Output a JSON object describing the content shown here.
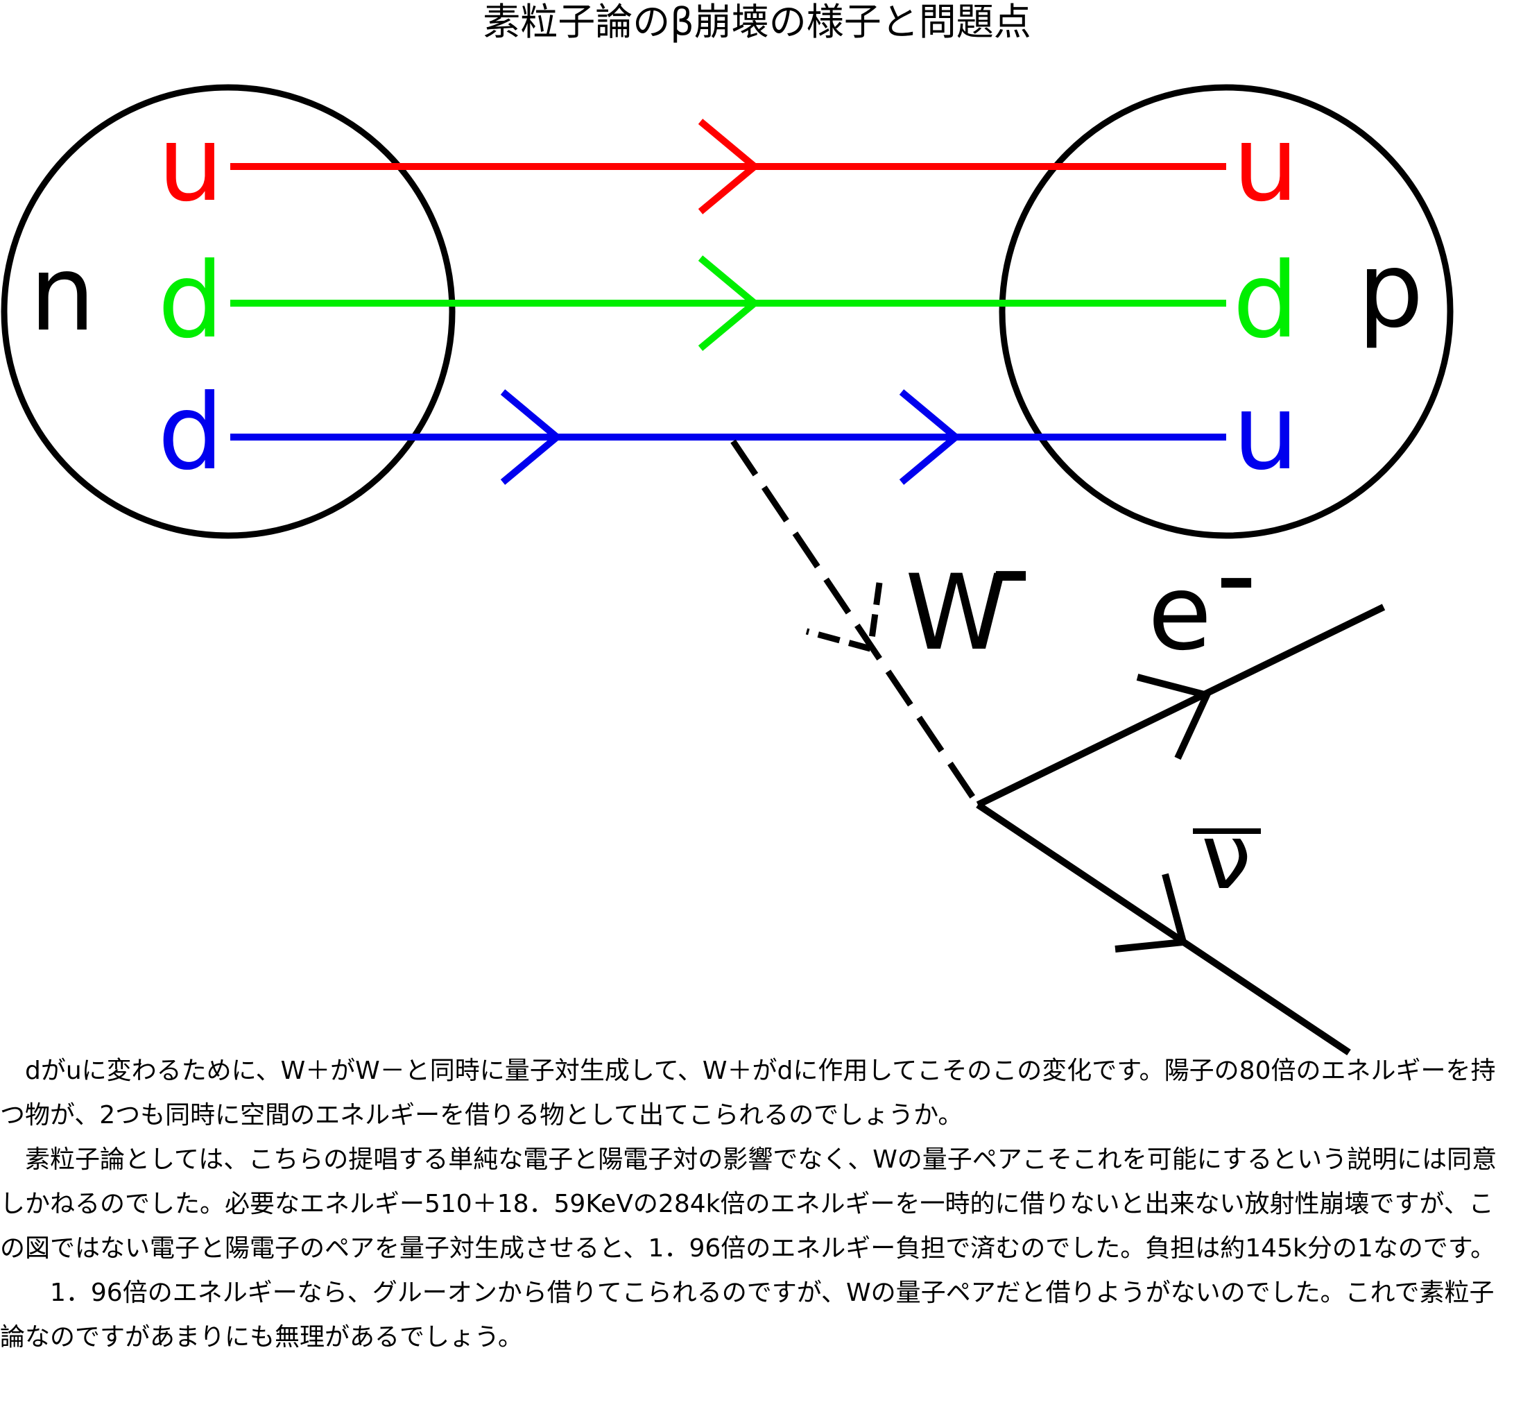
{
  "title": "素粒子論のβ崩壊の様子と問題点",
  "diagram": {
    "neutron_label": "n",
    "proton_label": "p",
    "neutron_quarks": [
      "u",
      "d",
      "d"
    ],
    "proton_quarks": [
      "u",
      "d",
      "u"
    ],
    "boson_label": "W",
    "boson_charge": "–",
    "electron_label": "e",
    "electron_charge": "–",
    "antineutrino_label": "ν",
    "colors": {
      "red": "#ff0000",
      "green": "#00ee00",
      "blue": "#0000ee",
      "black": "#000000"
    }
  },
  "paragraphs": [
    "　dがuに変わるために、W＋がW－と同時に量子対生成して、W＋がdに作用してこそのこの変化です。陽子の80倍のエネルギーを持つ物が、2つも同時に空間のエネルギーを借りる物として出てこられるのでしょうか。",
    "　素粒子論としては、こちらの提唱する単純な電子と陽電子対の影響でなく、Wの量子ペアこそこれを可能にするという説明には同意しかねるのでした。必要なエネルギー510＋18．59KeVの284k倍のエネルギーを一時的に借りないと出来ない放射性崩壊ですが、この図ではない電子と陽電子のペアを量子対生成させると、1．96倍のエネルギー負担で済むのでした。負担は約145k分の1なのです。",
    "　　1．96倍のエネルギーなら、グルーオンから借りてこられるのですが、Wの量子ペアだと借りようがないのでした。これで素粒子論なのですがあまりにも無理があるでしょう。"
  ]
}
